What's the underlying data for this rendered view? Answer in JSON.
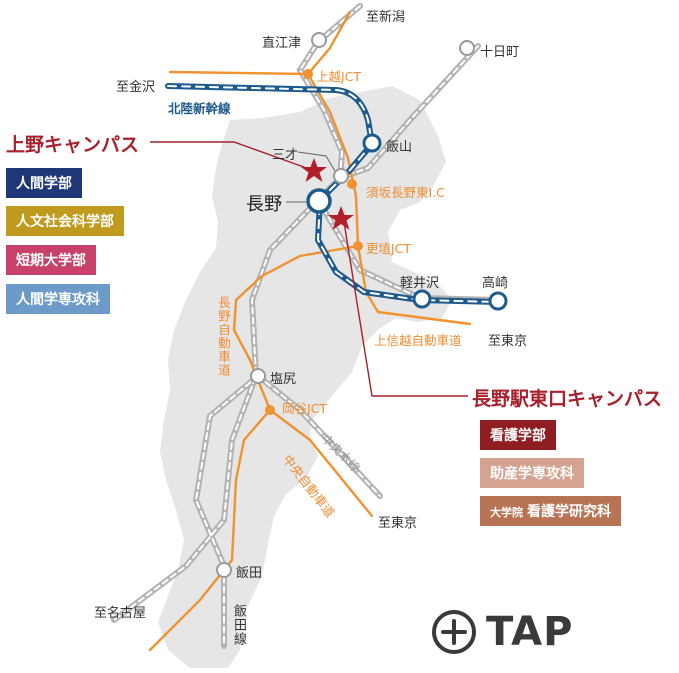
{
  "stations": {
    "shin_niigata": "至新潟",
    "naoetsu": "直江津",
    "tokamachi": "十日町",
    "kanazawa": "至金沢",
    "joetsu_jct": "上越JCT",
    "hokuriku_shinkansen": "北陸新幹線",
    "sansai": "三才",
    "iiyama": "飯山",
    "nagano": "長野",
    "suzaka_ic": "須坂長野東I.C",
    "koshoku_jct": "更埴JCT",
    "karuizawa": "軽井沢",
    "takasaki": "高崎",
    "to_tokyo_1": "至東京",
    "joshinetsu_expressway": "上信越自動車道",
    "nagano_expressway": "長野自動車道",
    "shiojiri": "塩尻",
    "okaya_jct": "岡谷JCT",
    "chuo_line": "中央本線",
    "chuo_expressway": "中央自動車道",
    "to_tokyo_2": "至東京",
    "iida": "飯田",
    "iida_line": "飯田線",
    "to_nagoya": "至名古屋"
  },
  "campuses": {
    "ueno": {
      "title": "上野キャンパス",
      "departments": [
        "人間学部",
        "人文社会科学部",
        "短期大学部",
        "人間学専攻科"
      ]
    },
    "nagano_east": {
      "title": "長野駅東口キャンパス",
      "departments": [
        "看護学部",
        "助産学専攻科"
      ],
      "grad_prefix": "大学院",
      "grad_name": "看護学研究科"
    }
  },
  "tap_label": "TAP",
  "colors": {
    "expressway": "#f0922f",
    "shinkansen": "#1e5a8c",
    "rail": "#b5b5b5",
    "ueno_badge_1": "#1f3777",
    "ueno_badge_2": "#c09a1f",
    "ueno_badge_3": "#c8416b",
    "ueno_badge_4": "#6d9bc9",
    "east_badge_1": "#8f1d22",
    "east_badge_2": "#d4a392",
    "east_badge_3": "#b77354",
    "star": "#b21f2a"
  },
  "icons": {
    "tap": "plus-circle-icon",
    "campus_marker": "star-icon"
  }
}
